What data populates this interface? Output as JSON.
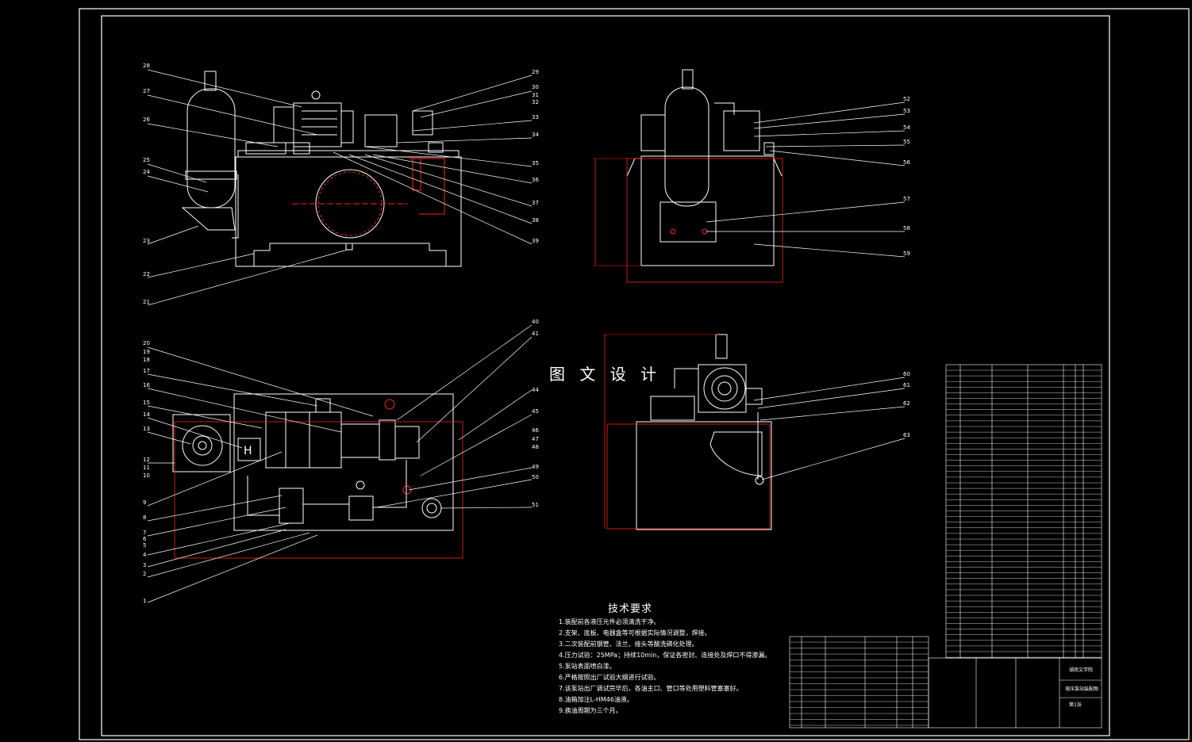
{
  "watermark": "图 文 设 计",
  "notes": {
    "title": "技术要求",
    "lines": [
      "1.装配前各液压元件必须清洗干净。",
      "2.支架、底板、电器盒等可根据实际情况调整，焊接。",
      "3.二次装配前钢管、法兰、接头等酸洗磷化处理。",
      "4.压力试验：25MPa；持续10min，保证各密封、连接处及焊口不得渗漏。",
      "5.泵站表面喷白漆。",
      "6.严格按照出厂试验大纲进行试验。",
      "7.该泵站出厂调试完毕后，各油主口、管口等处用塑料管塞塞好。",
      "8.油箱加注L-HM46油液。",
      "9.换油周期为三个月。"
    ]
  },
  "title_block": {
    "school": "湖南文学院",
    "drawing_name": "液压泵站装配图",
    "sheet": "第1张"
  },
  "callouts": {
    "front": [
      "28",
      "27",
      "26",
      "25",
      "24",
      "23",
      "22",
      "21",
      "29",
      "30",
      "31",
      "32",
      "33",
      "34",
      "35",
      "36",
      "37",
      "38",
      "39"
    ],
    "side": [
      "52",
      "53",
      "54",
      "55",
      "56",
      "57",
      "58",
      "59"
    ],
    "top": [
      "20",
      "19",
      "18",
      "17",
      "16",
      "15",
      "14",
      "13",
      "12",
      "11",
      "10",
      "9",
      "8",
      "7",
      "6",
      "5",
      "4",
      "3",
      "2",
      "1",
      "40",
      "41",
      "44",
      "45",
      "46",
      "47",
      "48",
      "49",
      "50",
      "51"
    ],
    "side2": [
      "60",
      "61",
      "62",
      "63"
    ]
  },
  "colors": {
    "line": "#ffffff",
    "dim": "#ff2020",
    "bg": "#000000"
  }
}
